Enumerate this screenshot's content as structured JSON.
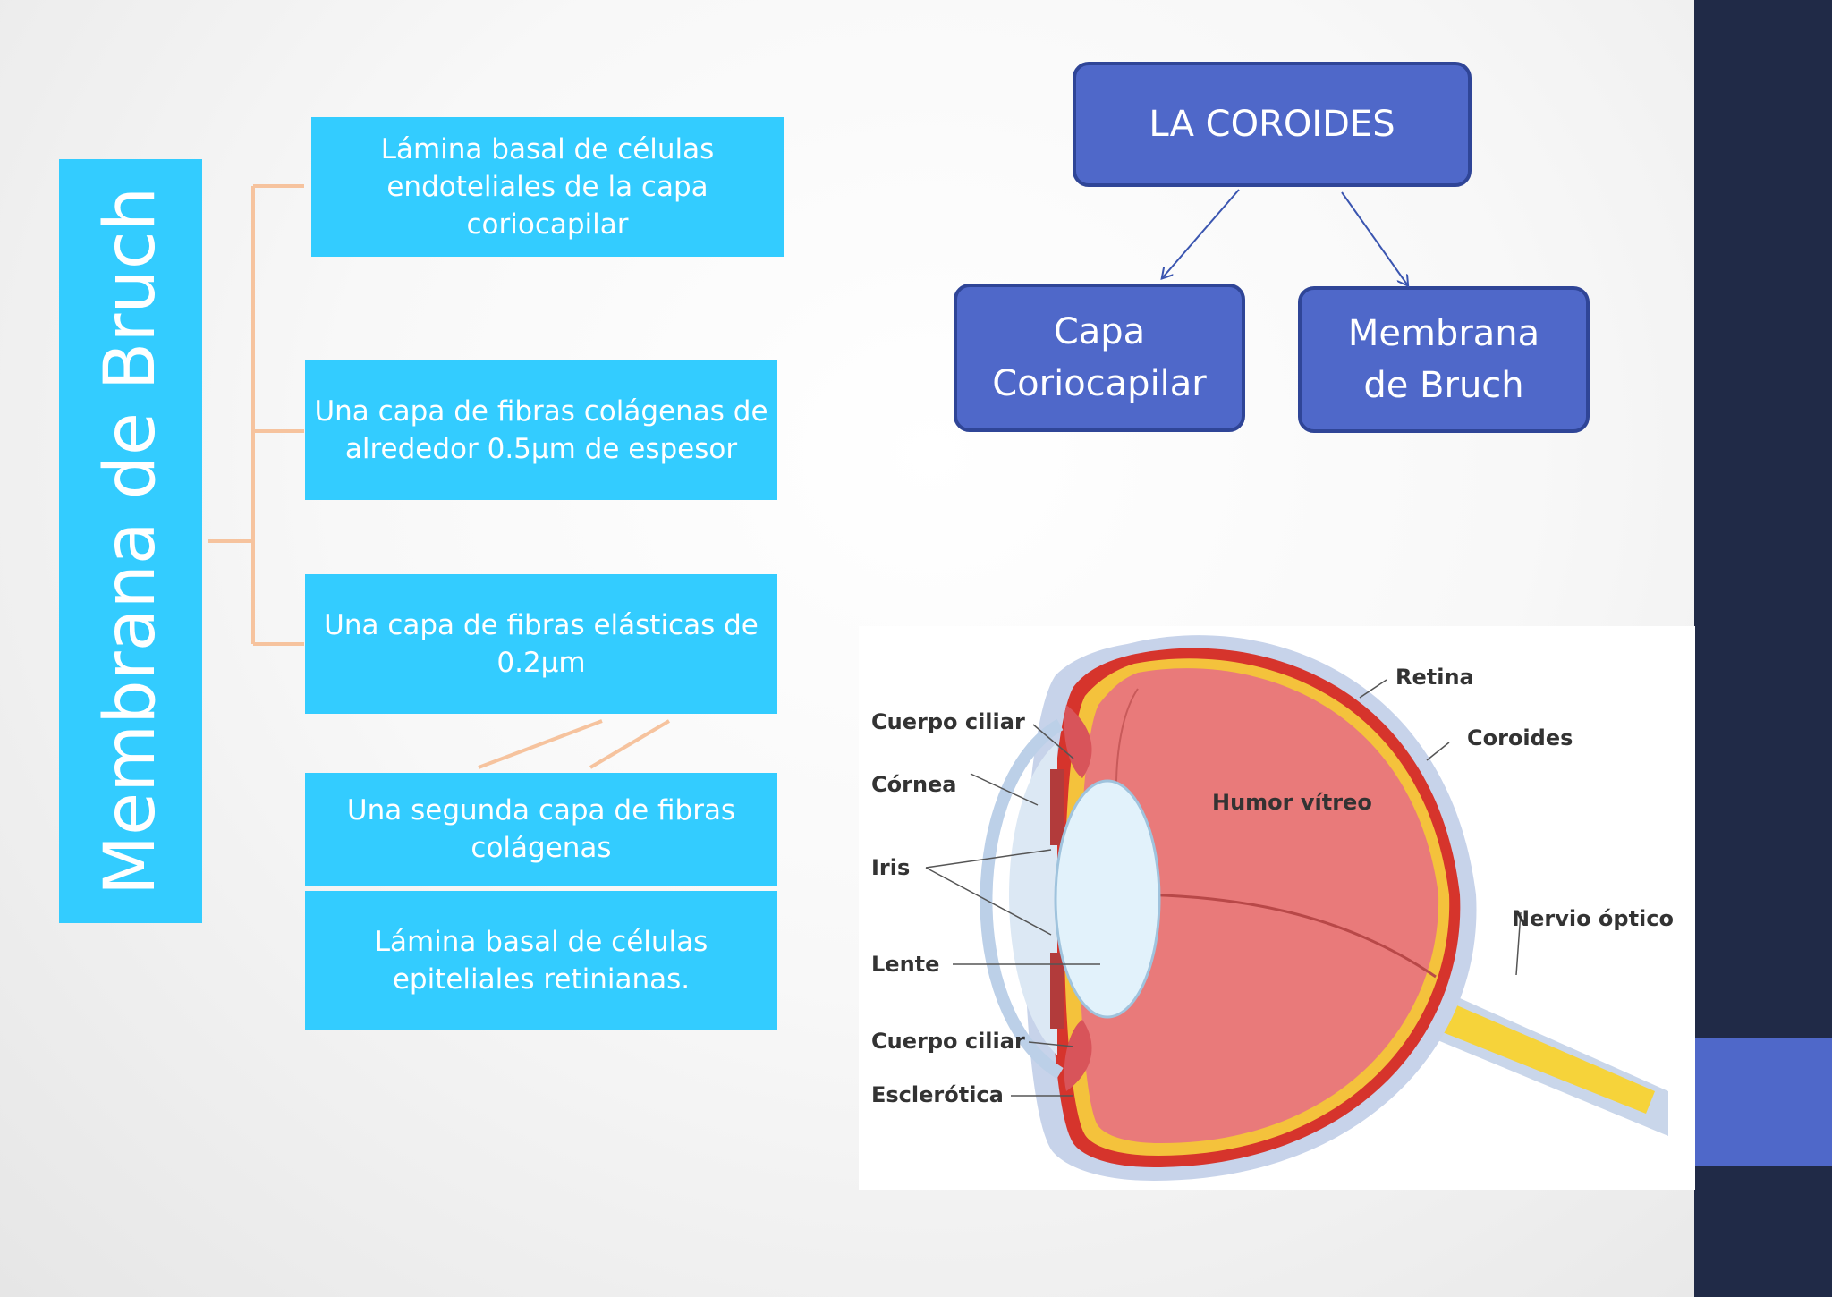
{
  "diagram": {
    "vertical_title": "Membrana de Bruch",
    "layers": [
      "Lámina basal de células endoteliales de la capa coriocapilar",
      "Una capa de fibras colágenas de alrededor 0.5µm de espesor",
      "Una capa de fibras elásticas de 0.2µm",
      "Una segunda capa de fibras colágenas",
      "Lámina basal de células epiteliales retinianas."
    ],
    "tree": {
      "root": "LA COROIDES",
      "children": [
        "Capa Coriocapilar",
        "Membrana de Bruch"
      ]
    },
    "eye_labels": {
      "retina": "Retina",
      "coroides": "Coroides",
      "humor": "Humor vítreo",
      "nervio": "Nervio óptico",
      "ciliar_top": "Cuerpo ciliar",
      "cornea": "Córnea",
      "iris": "Iris",
      "lente": "Lente",
      "ciliar_bottom": "Cuerpo ciliar",
      "esclerotica": "Esclerótica"
    }
  },
  "colors": {
    "cyan": "#33ccff",
    "tree_blue": "#4f68c9",
    "sidebar": "#202a47",
    "connector": "#f6c39e"
  }
}
